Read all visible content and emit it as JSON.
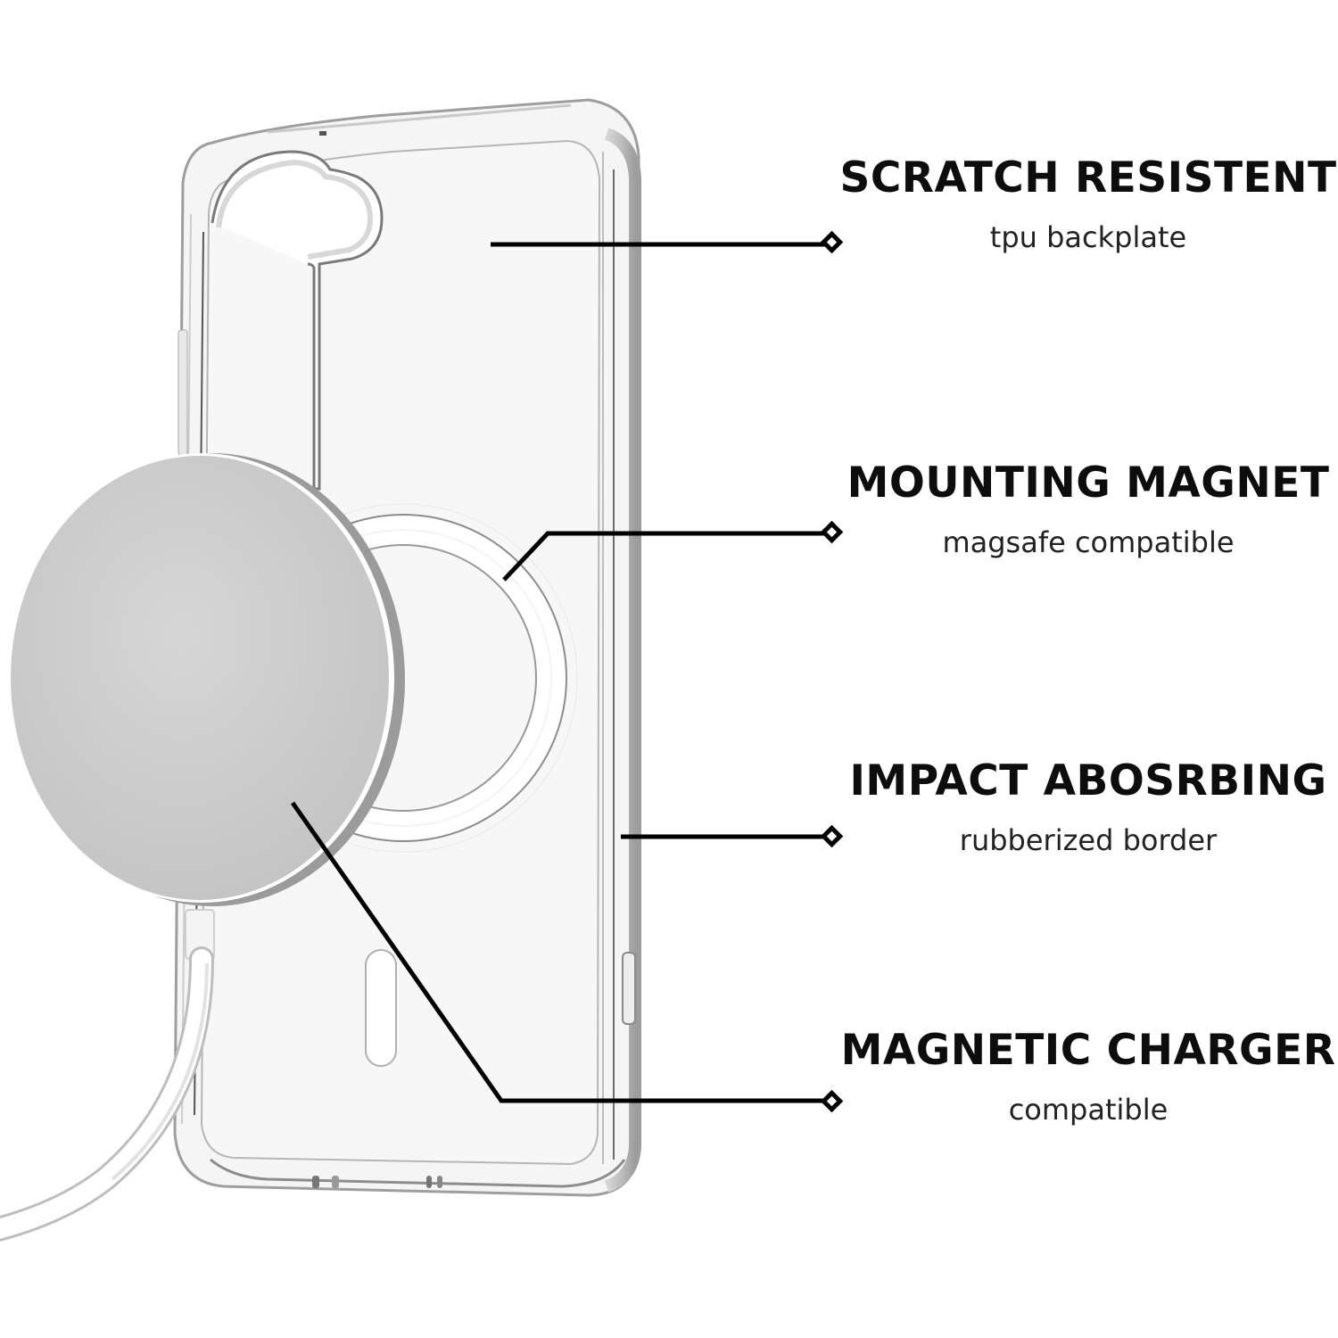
{
  "callouts": [
    {
      "title": "SCRATCH RESISTENT",
      "subtitle": "tpu backplate"
    },
    {
      "title": "MOUNTING MAGNET",
      "subtitle": "magsafe compatible"
    },
    {
      "title": "IMPACT ABOSRBING",
      "subtitle": "rubberized border"
    },
    {
      "title": "MAGNETIC CHARGER",
      "subtitle": "compatible"
    }
  ],
  "illustration": {
    "product": "clear-phone-case",
    "accessory": "magnetic-wireless-charger",
    "colors": {
      "background": "#ffffff",
      "case_fill": "#f4f4f4",
      "case_edge": "#a8a8a8",
      "charger_face": "#cfcfcf",
      "charger_rim": "#9a9a9a",
      "leader_line": "#000000",
      "text": "#111111"
    }
  }
}
